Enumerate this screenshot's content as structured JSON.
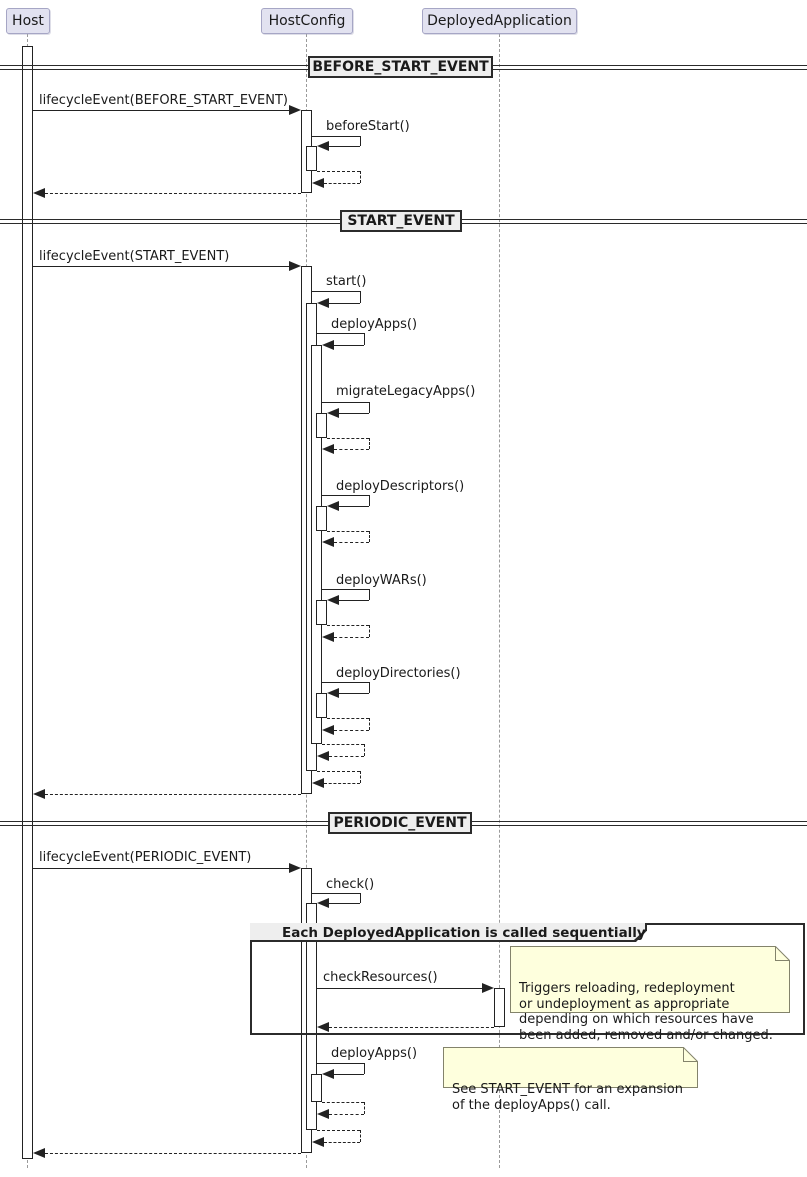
{
  "participants": [
    {
      "name": "Host"
    },
    {
      "name": "HostConfig"
    },
    {
      "name": "DeployedApplication"
    }
  ],
  "dividers": [
    {
      "label": "BEFORE_START_EVENT"
    },
    {
      "label": "START_EVENT"
    },
    {
      "label": "PERIODIC_EVENT"
    }
  ],
  "messages": {
    "lifecycle_before_start": "lifecycleEvent(BEFORE_START_EVENT)",
    "before_start": "beforeStart()",
    "lifecycle_start": "lifecycleEvent(START_EVENT)",
    "start": "start()",
    "deploy_apps_start": "deployApps()",
    "migrate_legacy_apps": "migrateLegacyApps()",
    "deploy_descriptors": "deployDescriptors()",
    "deploy_wars": "deployWARs()",
    "deploy_directories": "deployDirectories()",
    "lifecycle_periodic": "lifecycleEvent(PERIODIC_EVENT)",
    "check": "check()",
    "check_resources": "checkResources()",
    "deploy_apps_periodic": "deployApps()"
  },
  "group": {
    "label": "Each DeployedApplication is called sequentially"
  },
  "notes": {
    "check_resources_note": "Triggers reloading, redeployment\nor undeployment as appropriate\ndepending on which resources have\nbeen added, removed and/or changed.",
    "deploy_apps_note": "See START_EVENT for an expansion\nof the deployApps() call."
  },
  "colors": {
    "participant_fill": "#E2E2F0",
    "participant_border": "#A6A6C5",
    "note_fill": "#FEFFDD",
    "note_border": "#83836B",
    "divider_fill": "#EEEEEE",
    "line": "#222222",
    "lifeline": "#9A9A9A",
    "activation_fill": "#FFFFFF"
  }
}
